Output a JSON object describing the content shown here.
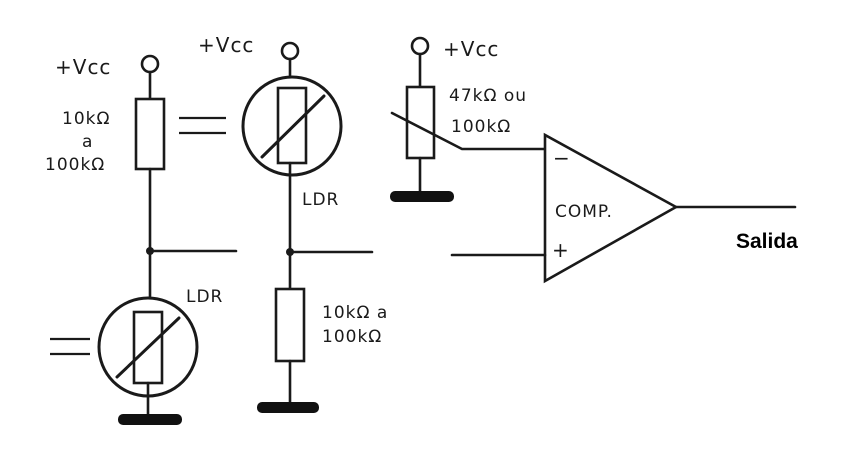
{
  "labels": {
    "vcc_left": "+Vcc",
    "vcc_mid": "+Vcc",
    "vcc_right": "+Vcc",
    "res_left_line1": "10kΩ",
    "res_left_line2": "a",
    "res_left_line3": "100kΩ",
    "ldr_mid": "LDR",
    "ldr_left": "LDR",
    "res_mid_line1": "10kΩ  a",
    "res_mid_line2": "100kΩ",
    "pot_line1": "47kΩ ou",
    "pot_line2": "100kΩ",
    "comp": "COMP.",
    "minus": "−",
    "plus": "+",
    "output": "Salida"
  }
}
